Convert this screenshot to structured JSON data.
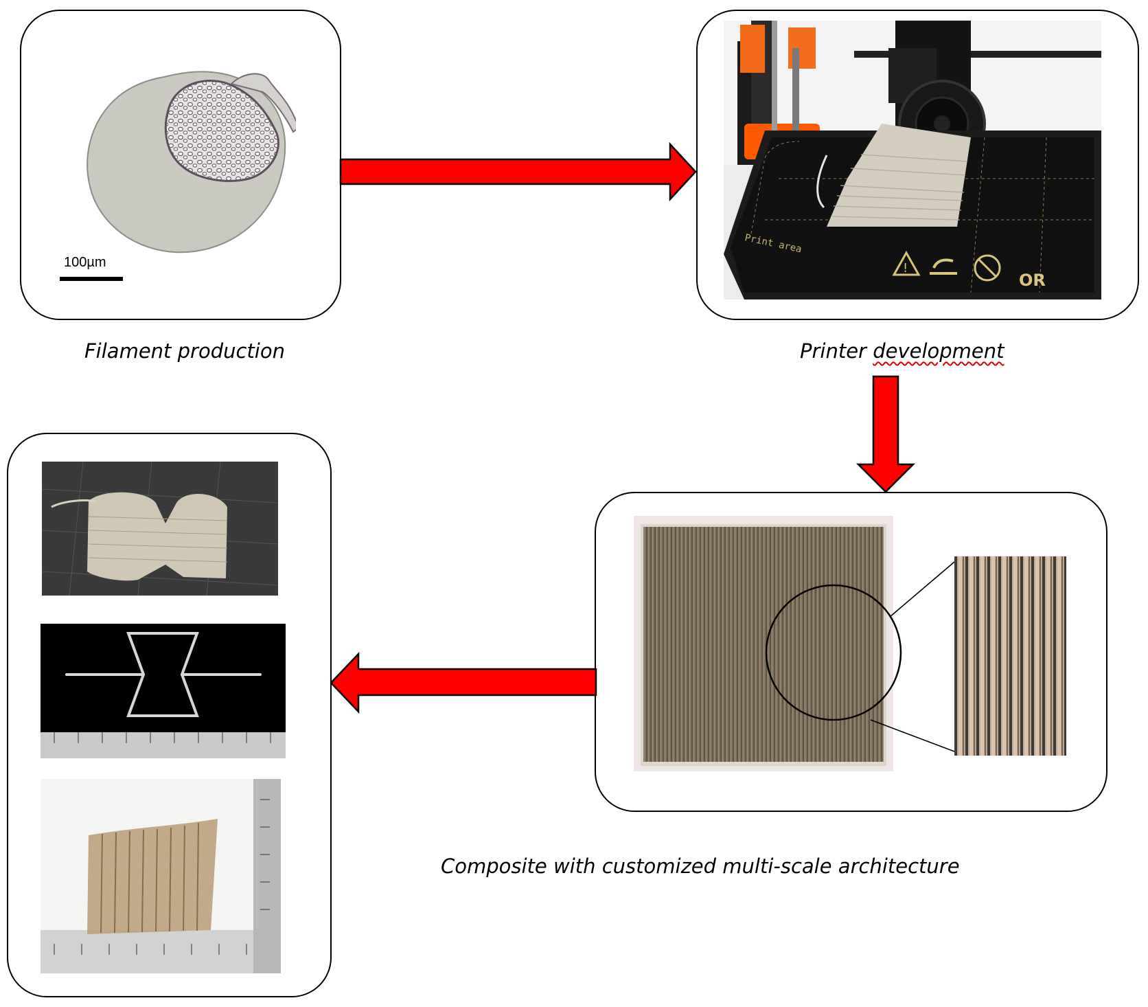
{
  "captions": {
    "filament": "Filament production",
    "printer_prefix": "Printer ",
    "printer_underlined": "development",
    "composite": "Composite with customized multi-scale architecture"
  },
  "micrograph": {
    "scale_bar_label": "100µm"
  },
  "printer_bed": {
    "bed_text": "Print area",
    "corner_text": "OR"
  },
  "colors": {
    "arrow_fill": "#ff0000",
    "arrow_stroke": "#000000",
    "panel_border": "#000000"
  }
}
